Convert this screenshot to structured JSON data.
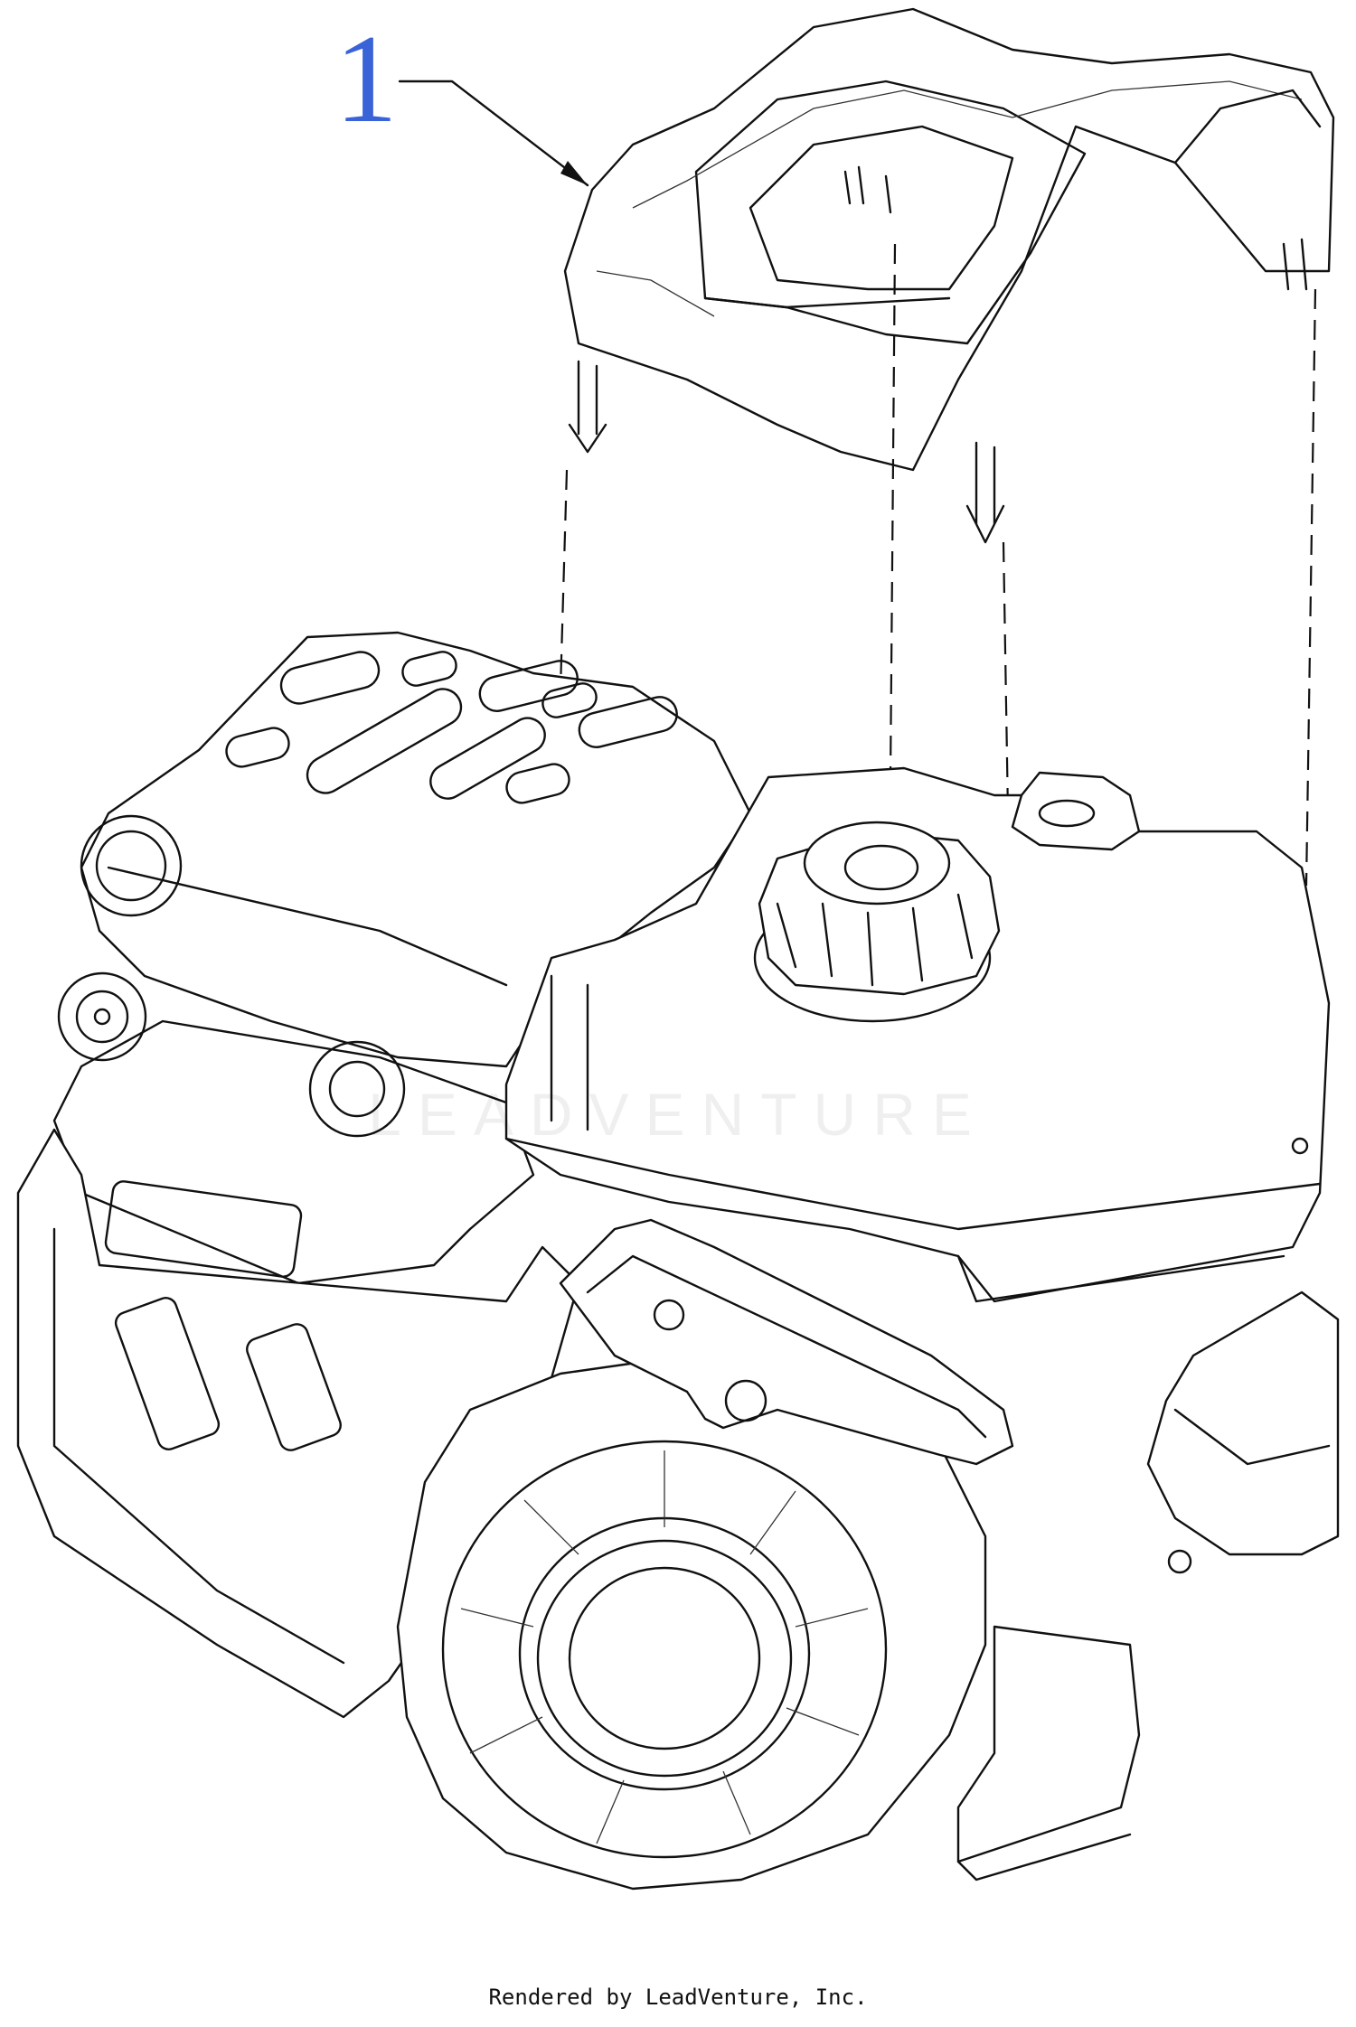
{
  "diagram": {
    "callouts": [
      {
        "label": "1"
      }
    ],
    "watermark": "LEADVENTURE",
    "footer_text": "Rendered by LeadVenture, Inc.",
    "ink_color": "#111111",
    "callout_color": "#3a63d8"
  }
}
